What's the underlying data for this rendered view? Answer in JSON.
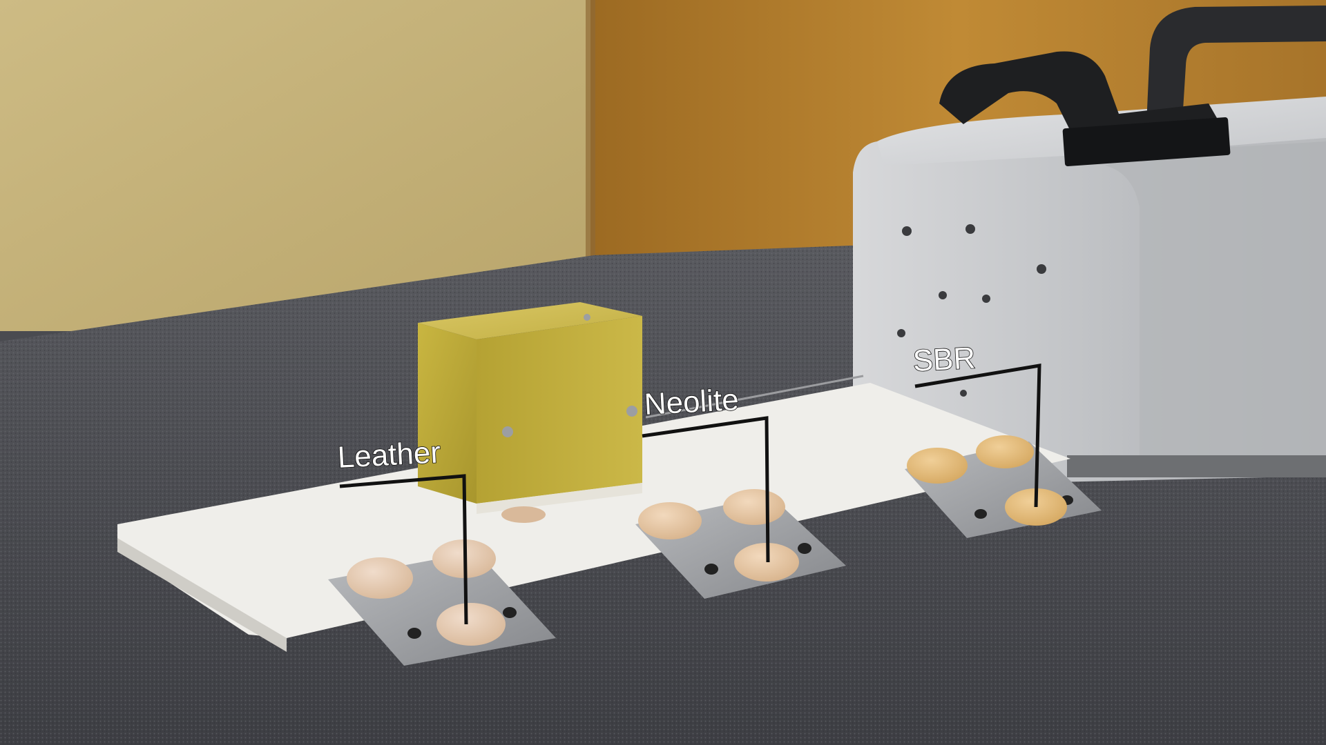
{
  "labels": {
    "leather": "Leather",
    "neolite": "Neolite",
    "sbr": "SBR"
  },
  "colors": {
    "wall_left": "#cdbb7e",
    "wall_right": "#b7842f",
    "carpet": "#4a4b50",
    "board": "#efeeea",
    "cube": "#c6b23c",
    "machine": "#c9cbcd",
    "strap": "#1e1f21",
    "pad": "#e2c3a3",
    "label_text": "#ffffff",
    "label_stroke": "#111111"
  }
}
